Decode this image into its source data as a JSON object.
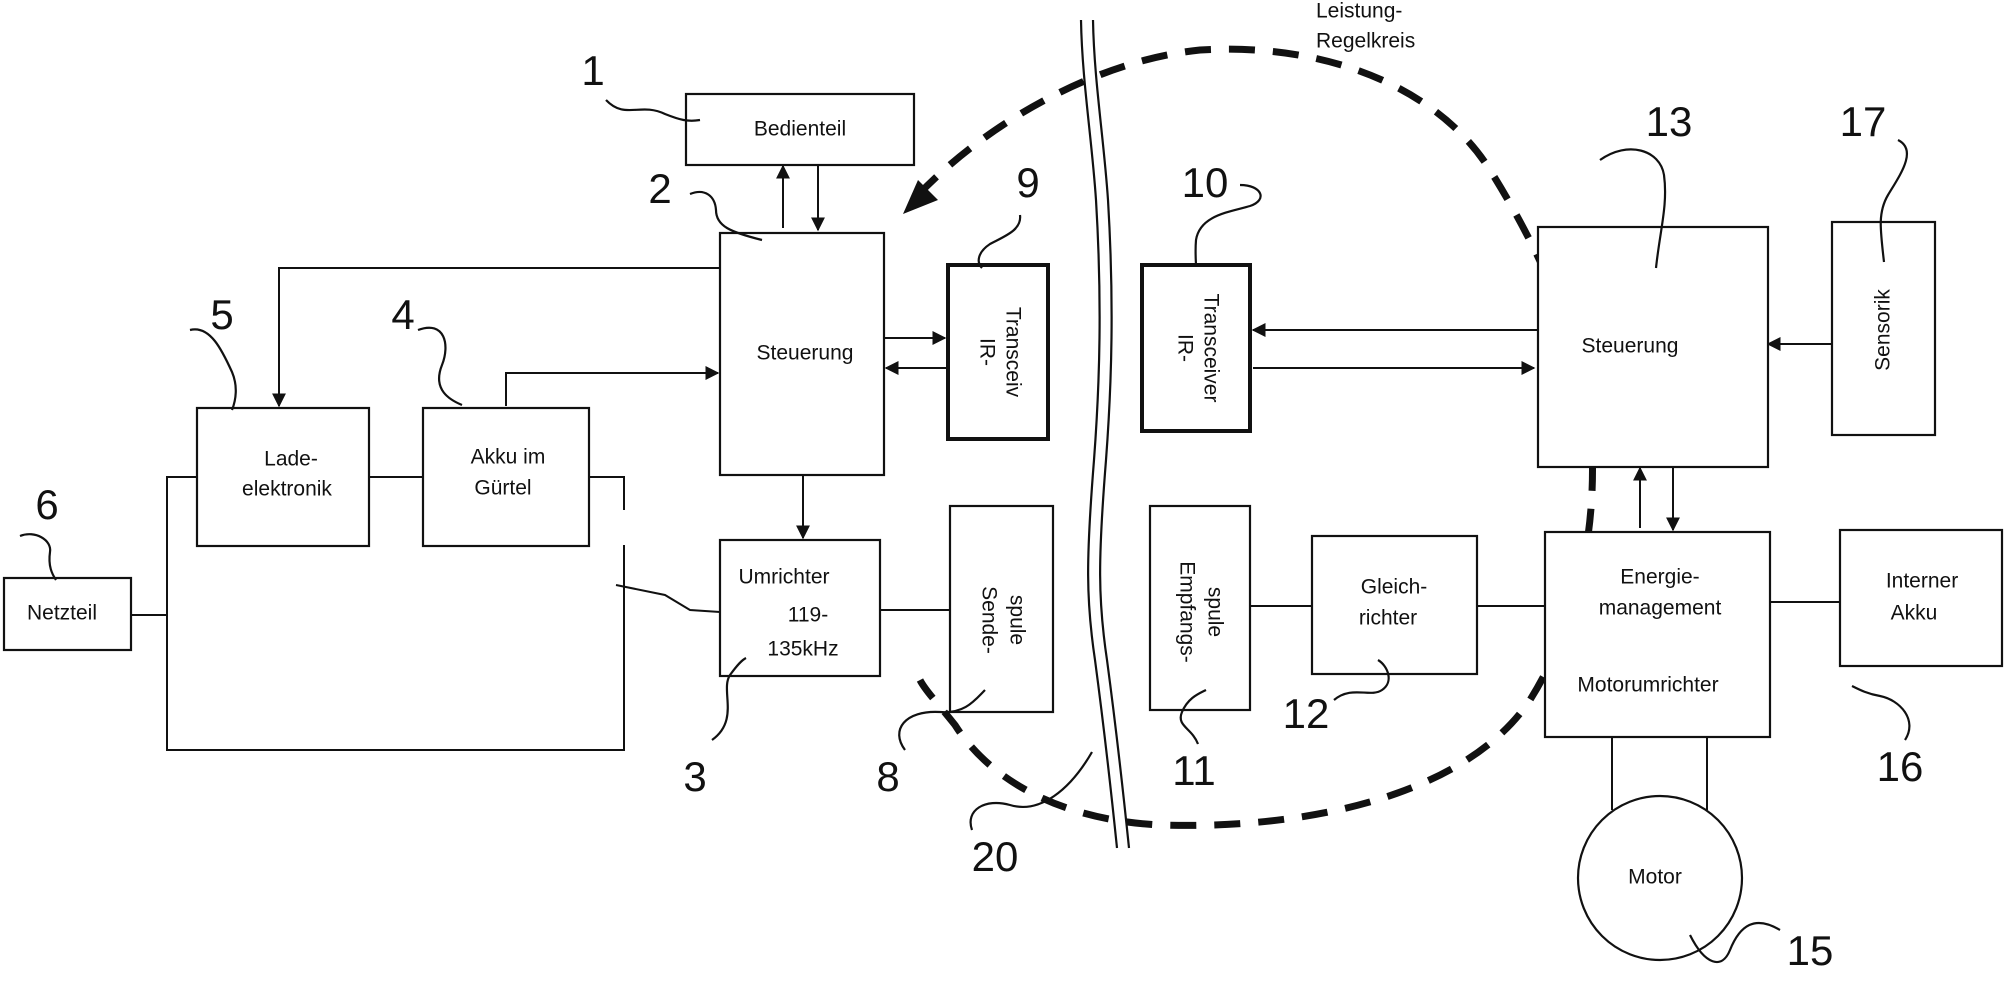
{
  "loop_label": [
    "Leistung-",
    "Regelkreis"
  ],
  "blocks": {
    "bedienteil": "Bedienteil",
    "steuerung_left": "Steuerung",
    "ir_left": [
      "IR-",
      "Transceiv"
    ],
    "ir_right": [
      "IR-",
      "Transceiver"
    ],
    "steuerung_right": "Steuerung",
    "sensorik": "Sensorik",
    "ladeelektronik": [
      "Lade-",
      "elektronik"
    ],
    "akku_guertel": [
      "Akku im",
      "Gürtel"
    ],
    "netzteil": "Netzteil",
    "umrichter": [
      "Umrichter",
      "119-",
      "135kHz"
    ],
    "sendespule": [
      "Sende-",
      "spule"
    ],
    "empfangsspule": [
      "Empfangs-",
      "spule"
    ],
    "gleichrichter": [
      "Gleich-",
      "richter"
    ],
    "energiemanagement": [
      "Energie-",
      "management",
      "Motorumrichter"
    ],
    "interner_akku": [
      "Interner",
      "Akku"
    ],
    "motor": "Motor"
  },
  "reference_numbers": {
    "n1": "1",
    "n2": "2",
    "n3": "3",
    "n4": "4",
    "n5": "5",
    "n6": "6",
    "n8": "8",
    "n9": "9",
    "n10": "10",
    "n11": "11",
    "n12": "12",
    "n13": "13",
    "n15": "15",
    "n16": "16",
    "n17": "17",
    "n20": "20"
  }
}
